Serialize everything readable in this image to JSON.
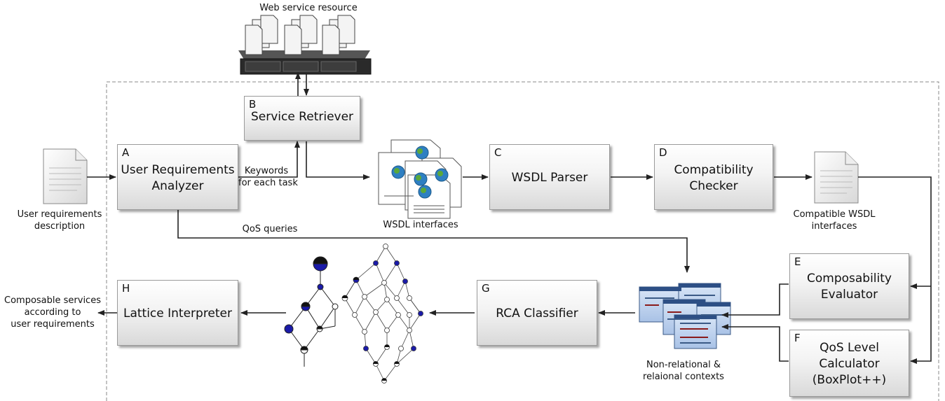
{
  "web_service_resource": "Web service resource",
  "boxes": {
    "a": {
      "letter": "A",
      "line1": "User Requirements",
      "line2": "Analyzer"
    },
    "b": {
      "letter": "B",
      "line1": "Service Retriever"
    },
    "c": {
      "letter": "C",
      "line1": "WSDL Parser"
    },
    "d": {
      "letter": "D",
      "line1": "Compatibility",
      "line2": "Checker"
    },
    "e": {
      "letter": "E",
      "line1": "Composability",
      "line2": "Evaluator"
    },
    "f": {
      "letter": "F",
      "line1": "QoS Level",
      "line2": "Calculator",
      "line3": "(BoxPlot++)"
    },
    "g": {
      "letter": "G",
      "line1": "RCA Classifier"
    },
    "h": {
      "letter": "H",
      "line1": "Lattice Interpreter"
    }
  },
  "labels": {
    "user_req_1": "User requirements",
    "user_req_2": "description",
    "keywords_1": "Keywords",
    "keywords_2": "for each task",
    "wsdl_interfaces": "WSDL interfaces",
    "compatible_1": "Compatible WSDL",
    "compatible_2": "interfaces",
    "qos_queries": "QoS queries",
    "contexts_1": "Non-relational &",
    "contexts_2": "relaional contexts",
    "output_1": "Composable services",
    "output_2": "according to",
    "output_3": "user requirements"
  }
}
